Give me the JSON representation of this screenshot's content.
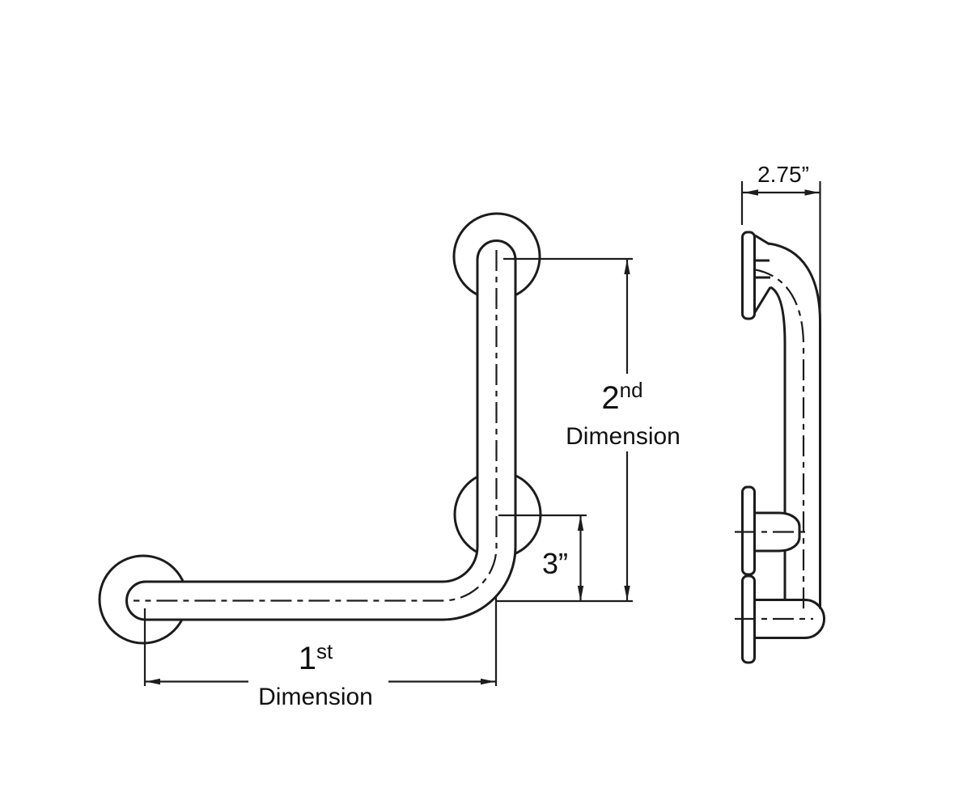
{
  "page": {
    "background": "#ffffff"
  },
  "drawing": {
    "stroke_color": "#1c1c1c",
    "text_color": "#111111",
    "dimensions": {
      "side_depth": {
        "text": "2.75”"
      },
      "second": {
        "number": "2",
        "ordinal": "nd",
        "label": "Dimension"
      },
      "center_offset": {
        "text": "3”"
      },
      "first": {
        "number": "1",
        "ordinal": "st",
        "label": "Dimension"
      }
    }
  }
}
